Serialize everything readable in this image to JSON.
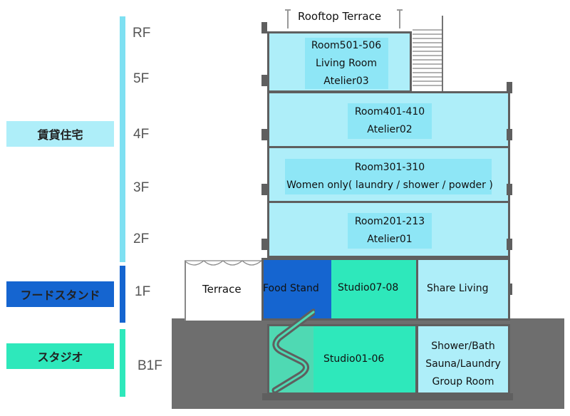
{
  "categories": {
    "rental": "賃貸住宅",
    "food_stand": "フードスタンド",
    "studio": "スタジオ"
  },
  "floors": {
    "rf": "RF",
    "f5": "5F",
    "f4": "4F",
    "f3": "3F",
    "f2": "2F",
    "f1": "1F",
    "b1f": "B1F"
  },
  "rooms": {
    "rooftop": "Rooftop Terrace",
    "f5": [
      "Room501-506",
      "Living Room",
      "Atelier03"
    ],
    "f4": [
      "Room401-410",
      "Atelier02"
    ],
    "f3": [
      "Room301-310",
      "Women only( laundry / shower / powder )"
    ],
    "f2": [
      "Room201-213",
      "Atelier01"
    ],
    "terrace": "Terrace",
    "food_stand": "Food Stand",
    "studio0708": "Studio07-08",
    "share_living": "Share Living",
    "studio0106": "Studio01-06",
    "b1_right": [
      "Shower/Bath",
      "Sauna/Laundry",
      "Group Room"
    ]
  },
  "colors": {
    "rental_light": "#aeeef9",
    "rental_bar": "#7ee0f2",
    "food_blue": "#1565d0",
    "studio_green": "#2ee8bb",
    "wall_gray": "#5f5f5f",
    "ground_gray": "#6e6e6e"
  }
}
